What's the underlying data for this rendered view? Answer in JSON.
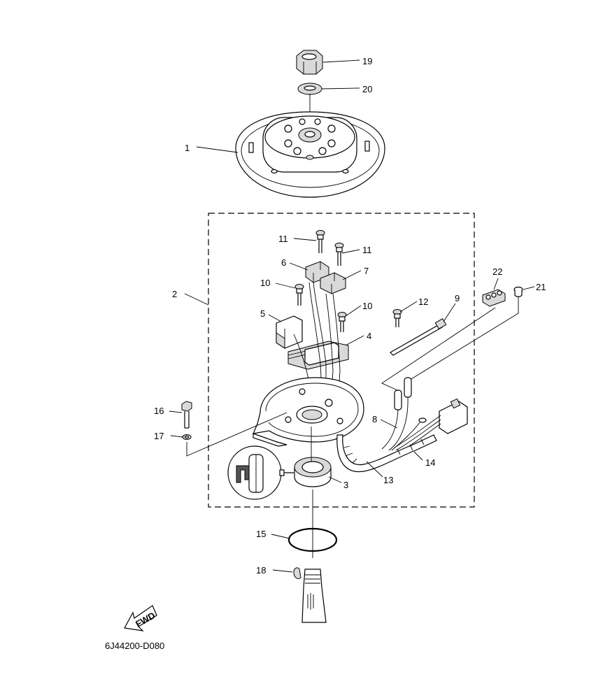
{
  "callouts": [
    "19",
    "20",
    "1",
    "2",
    "11",
    "11",
    "6",
    "7",
    "10",
    "10",
    "5",
    "12",
    "9",
    "22",
    "21",
    "4",
    "16",
    "17",
    "8",
    "14",
    "13",
    "3",
    "15",
    "18"
  ],
  "fwd_label": "FWD",
  "drawing_code": "6J44200-D080"
}
